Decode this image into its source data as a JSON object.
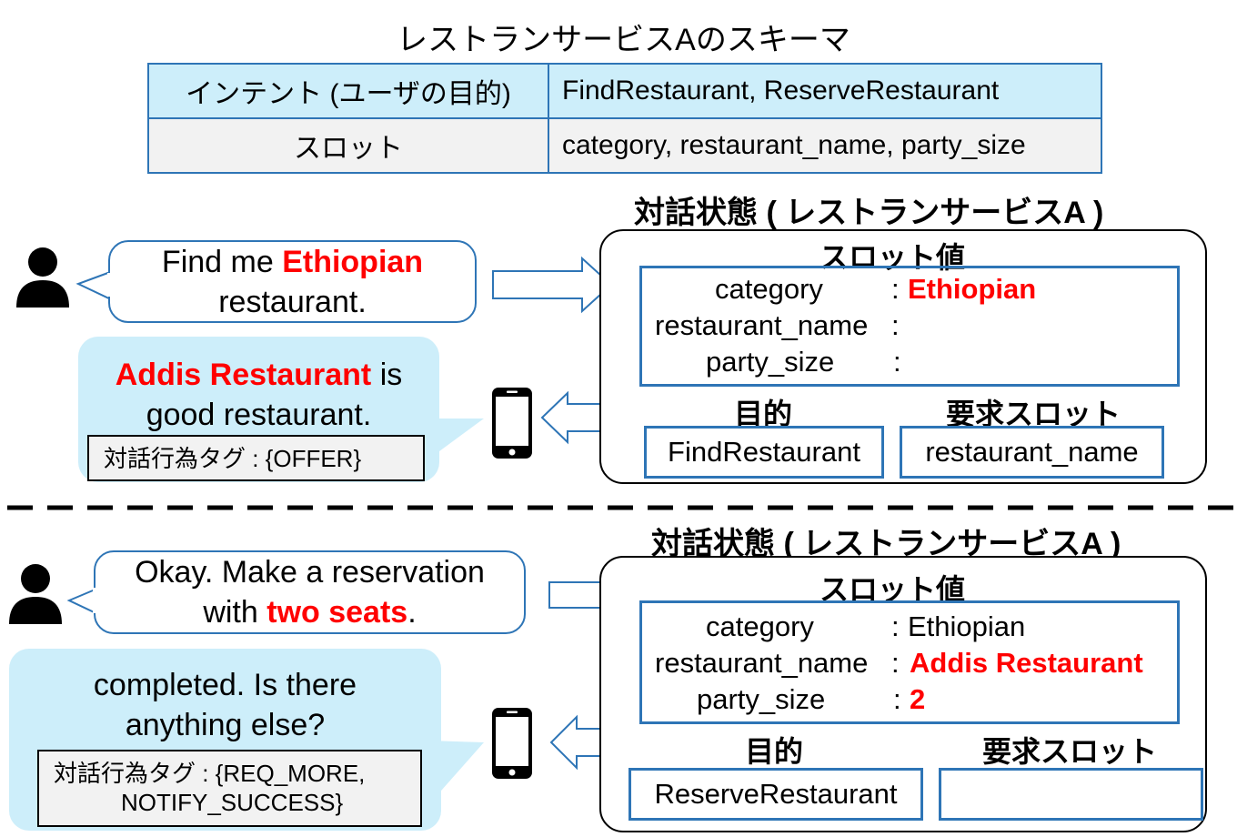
{
  "title": "レストランサービスAのスキーマ",
  "schema": {
    "rows": [
      {
        "key": "インテント (ユーザの目的)",
        "value": "FindRestaurant, ReserveRestaurant"
      },
      {
        "key": "スロット",
        "value": "category, restaurant_name, party_size"
      }
    ]
  },
  "colors": {
    "accent": "#2e75b6",
    "highlight": "#ff0000",
    "system_bubble": "#cdeefa"
  },
  "icons": {
    "user": "person-icon",
    "system": "smartphone-icon"
  },
  "turn1": {
    "user_pre": "Find me ",
    "user_red": "Ethiopian",
    "user_post": "restaurant.",
    "sys_red": "Addis Restaurant",
    "sys_post1": " is",
    "sys_post2": "good restaurant.",
    "act_tag": "対話行為タグ : {OFFER}",
    "state": {
      "heading": "対話状態 ( レストランサービスA )",
      "slot_heading": "スロット値",
      "slots": [
        {
          "name": "category",
          "sep": ":",
          "value": "Ethiopian"
        },
        {
          "name": "restaurant_name",
          "sep": ":",
          "value": ""
        },
        {
          "name": "party_size",
          "sep": ":",
          "value": ""
        }
      ],
      "intent_label": "目的",
      "intent_value": "FindRestaurant",
      "requested_label": "要求スロット",
      "requested_value": "restaurant_name"
    }
  },
  "turn2": {
    "user_line1": "Okay. Make a reservation",
    "user_pre": "with ",
    "user_red": "two seats",
    "user_post": ".",
    "sys_line1": "completed. Is there",
    "sys_line2": "anything else?",
    "act_tag_line1": "対話行為タグ : {REQ_MORE,",
    "act_tag_line2": "NOTIFY_SUCCESS}",
    "state": {
      "heading": "対話状態 ( レストランサービスA )",
      "slot_heading": "スロット値",
      "slots": [
        {
          "name": "category",
          "sep": ":",
          "value": "Ethiopian"
        },
        {
          "name": "restaurant_name",
          "sep": ":",
          "value": "Addis Restaurant"
        },
        {
          "name": "party_size",
          "sep": ":",
          "value": "2"
        }
      ],
      "intent_label": "目的",
      "intent_value": "ReserveRestaurant",
      "requested_label": "要求スロット",
      "requested_value": ""
    }
  }
}
